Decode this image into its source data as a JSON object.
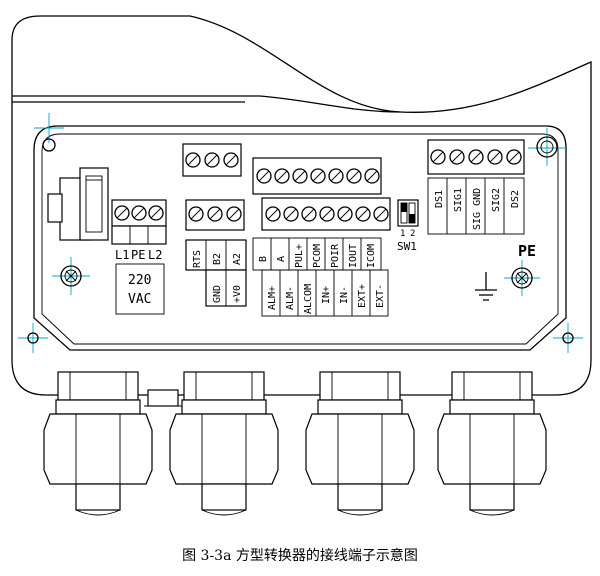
{
  "caption": "图 3-3a 方型转换器的接线端子示意图",
  "labels": {
    "l1": "L1",
    "pe_small": "PE",
    "l2": "L2",
    "voltage_line1": "220",
    "voltage_line2": "VAC",
    "rts": "RTS",
    "b2": "B2",
    "a2": "A2",
    "gnd": "GND",
    "plus_v0": "+V0",
    "b": "B",
    "a": "A",
    "pul_plus": "PUL+",
    "pcom": "PCOM",
    "poir": "POIR",
    "iout": "IOUT",
    "icom": "ICOM",
    "alm_plus": "ALM+",
    "alm_minus": "ALM-",
    "alcom": "ALCOM",
    "in_plus": "IN+",
    "in_minus": "IN-",
    "ext_plus": "EXT+",
    "ext_minus": "EXT-",
    "ds1": "DS1",
    "sig1": "SIG1",
    "sig_gnd": "SIG GND",
    "sig2": "SIG2",
    "ds2": "DS2",
    "sw1": "SW1",
    "sw_1": "1",
    "sw_2": "2",
    "pe_big": "PE"
  }
}
